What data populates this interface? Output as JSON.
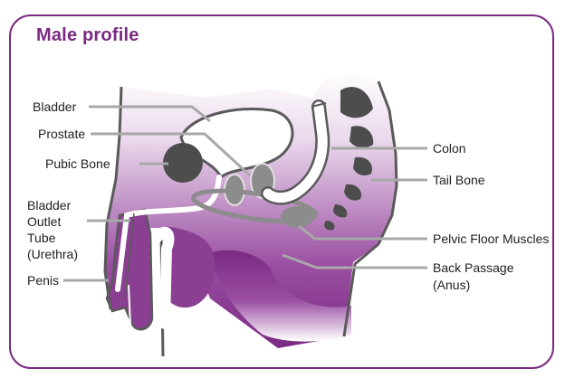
{
  "title": "Male profile",
  "colors": {
    "accent": "#7a2a82",
    "organ": "#8c8c8c",
    "bone": "#4d4d4d",
    "outline": "#5a5a5a",
    "leader": "#a8a8a8",
    "body_gradient_top": "#ffffff",
    "body_gradient_bottom": "#7a2a82"
  },
  "labels": {
    "bladder": "Bladder",
    "prostate": "Prostate",
    "pubic_bone": "Pubic Bone",
    "urethra": [
      "Bladder",
      "Outlet",
      "Tube",
      "(Urethra)"
    ],
    "penis": "Penis",
    "colon": "Colon",
    "tail_bone": "Tail Bone",
    "pelvic_floor": "Pelvic Floor Muscles",
    "back_passage": [
      "Back Passage",
      "(Anus)"
    ]
  }
}
